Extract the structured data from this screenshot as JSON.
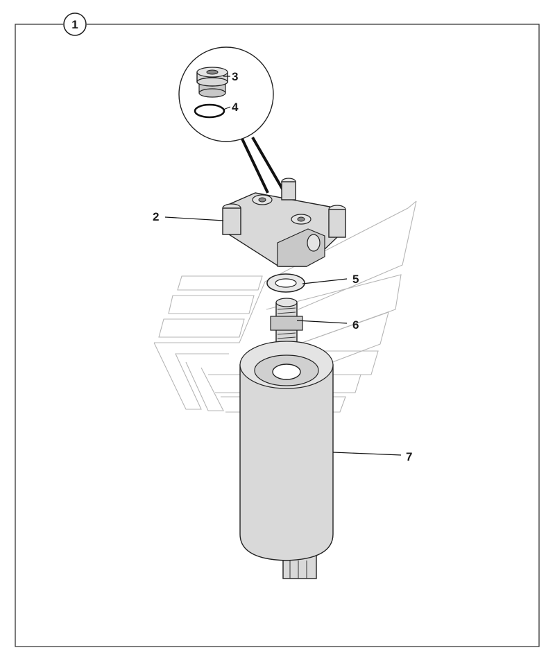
{
  "diagram": {
    "assembly_callout": "1",
    "callouts": [
      {
        "id": "callout-3",
        "label": "3"
      },
      {
        "id": "callout-4",
        "label": "4"
      },
      {
        "id": "callout-2",
        "label": "2"
      },
      {
        "id": "callout-5",
        "label": "5"
      },
      {
        "id": "callout-6",
        "label": "6"
      },
      {
        "id": "callout-7",
        "label": "7"
      }
    ],
    "colors": {
      "outline": "#222222",
      "part_fill": "#d9d9d9",
      "watermark": "#b5b5b5"
    }
  }
}
